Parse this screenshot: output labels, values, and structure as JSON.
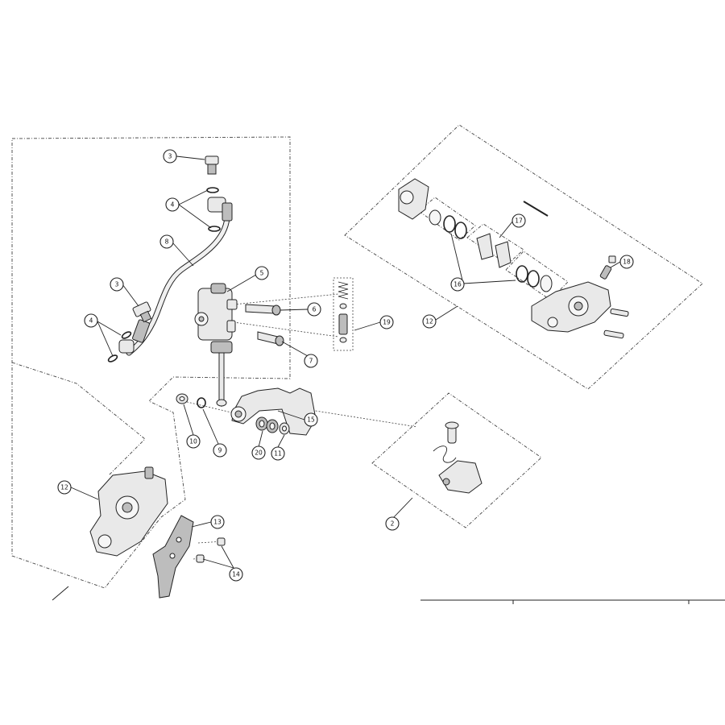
{
  "callouts": [
    {
      "id": "c3a",
      "label": "3"
    },
    {
      "id": "c4a",
      "label": "4"
    },
    {
      "id": "c8",
      "label": "8"
    },
    {
      "id": "c3b",
      "label": "3"
    },
    {
      "id": "c4b",
      "label": "4"
    },
    {
      "id": "c5",
      "label": "5"
    },
    {
      "id": "c6",
      "label": "6"
    },
    {
      "id": "c7",
      "label": "7"
    },
    {
      "id": "c19",
      "label": "19"
    },
    {
      "id": "c10",
      "label": "10"
    },
    {
      "id": "c9",
      "label": "9"
    },
    {
      "id": "c20",
      "label": "20"
    },
    {
      "id": "c11",
      "label": "11"
    },
    {
      "id": "c15",
      "label": "15"
    },
    {
      "id": "c12a",
      "label": "12"
    },
    {
      "id": "c13",
      "label": "13"
    },
    {
      "id": "c14",
      "label": "14"
    },
    {
      "id": "c17",
      "label": "17"
    },
    {
      "id": "c18",
      "label": "18"
    },
    {
      "id": "c16",
      "label": "16"
    },
    {
      "id": "c12b",
      "label": "12"
    },
    {
      "id": "c2",
      "label": "2"
    }
  ]
}
